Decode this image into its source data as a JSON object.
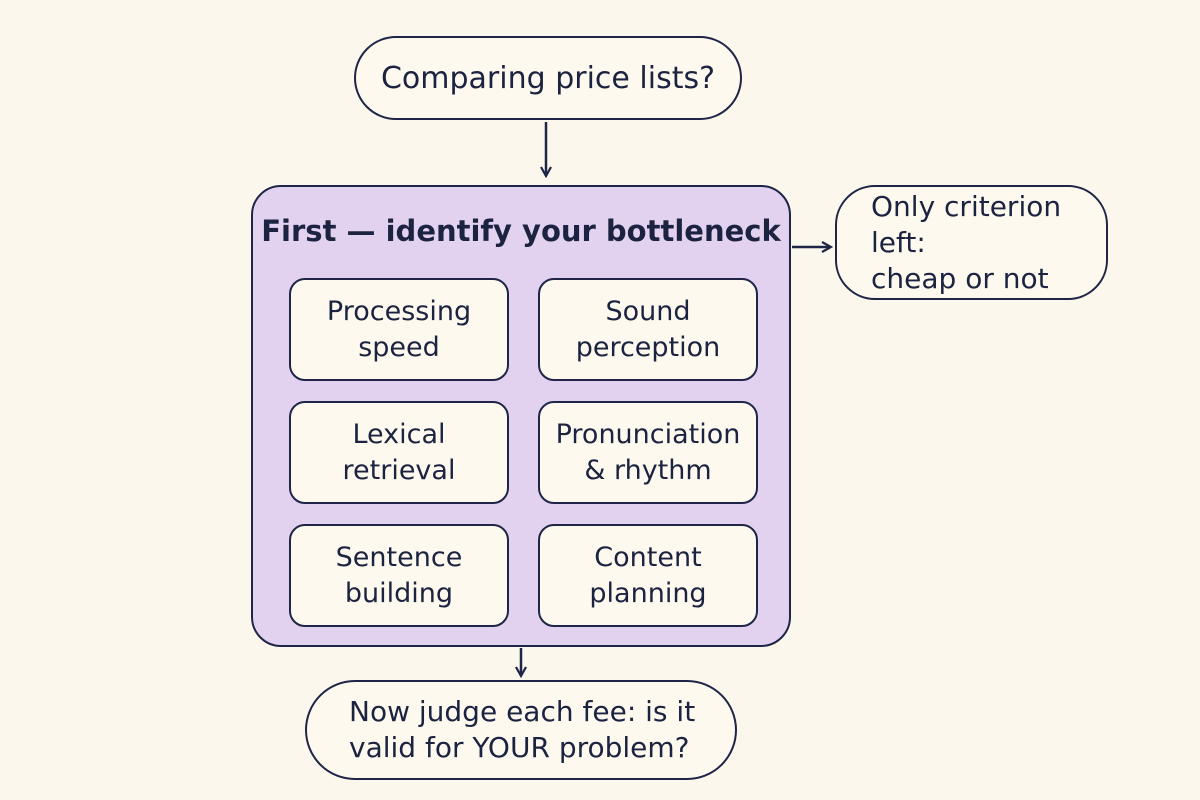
{
  "diagram": {
    "start": "Comparing price lists?",
    "group": {
      "title": "First — identify your bottleneck",
      "items": [
        "Processing\nspeed",
        "Sound\nperception",
        "Lexical\nretrieval",
        "Pronunciation\n& rhythm",
        "Sentence\nbuilding",
        "Content\nplanning"
      ]
    },
    "outcome_right": "Only criterion left:\ncheap or not",
    "outcome_bottom": "Now judge each fee: is it\nvalid for YOUR problem?",
    "colors": {
      "background": "#fbf7ec",
      "group_fill": "#e2d2ef",
      "node_fill": "#fdf9ef",
      "stroke": "#1f2547"
    }
  }
}
